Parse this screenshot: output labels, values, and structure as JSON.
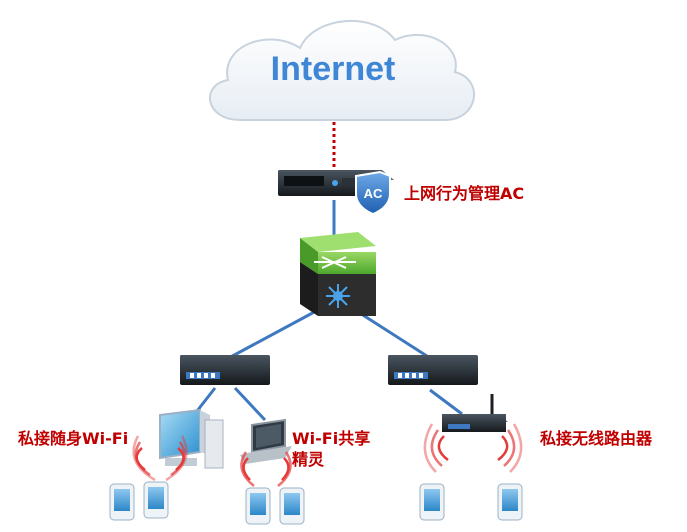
{
  "cloud": {
    "label": "Internet"
  },
  "devices": {
    "ac_label": "上网行为管理AC",
    "ac_badge": "AC",
    "left_label": "私接随身Wi-Fi",
    "middle_label_line1": "Wi-Fi共享",
    "middle_label_line2": "精灵",
    "right_label": "私接无线路由器"
  },
  "colors": {
    "link": "#3d78c0",
    "internet_link": "#c00000",
    "label": "#c00000",
    "wifi_wave": "#e43a3a",
    "switch_top": "#6cc04a",
    "switch_bottom": "#2d2d2d"
  }
}
